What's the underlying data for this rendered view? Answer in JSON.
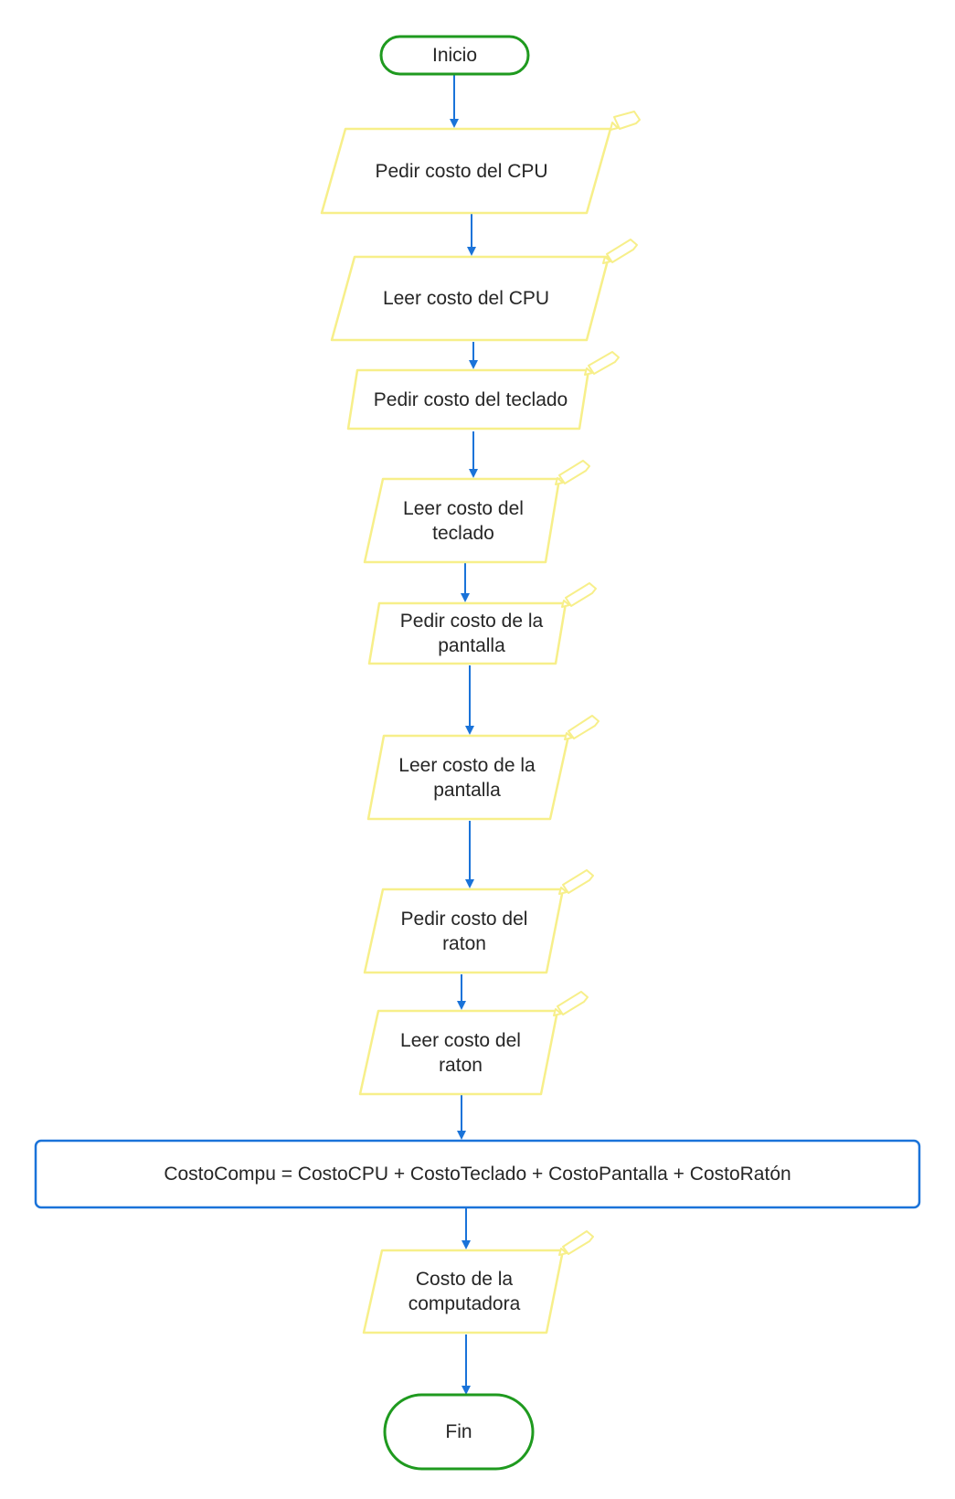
{
  "colors": {
    "terminal_stroke": "#1f9a1f",
    "io_stroke": "#f7ef8a",
    "process_stroke": "#1a73d9",
    "arrow": "#1a73d9",
    "text": "#262626"
  },
  "nodes": {
    "inicio": "Inicio",
    "pedir_cpu": "Pedir costo del CPU",
    "leer_cpu": "Leer costo del CPU",
    "pedir_teclado": "Pedir costo del teclado",
    "leer_teclado": "Leer costo del teclado",
    "pedir_pantalla": "Pedir costo de la pantalla",
    "leer_pantalla": "Leer costo de la pantalla",
    "pedir_raton": "Pedir costo del raton",
    "leer_raton": "Leer costo del raton",
    "calculo": "CostoCompu = CostoCPU + CostoTeclado + CostoPantalla + CostoRatón",
    "salida": "Costo de la computadora",
    "fin": "Fin"
  }
}
